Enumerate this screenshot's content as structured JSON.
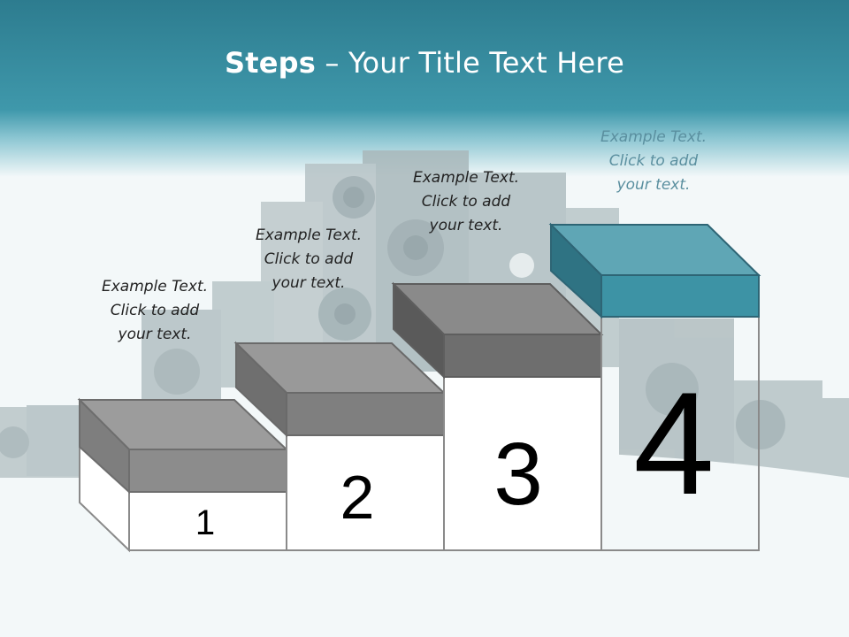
{
  "slide": {
    "title_bold": "Steps",
    "title_rest": " – Your Title Text Here",
    "colors": {
      "header_top": "#2f7f92",
      "header_bottom": "#4aa0b3",
      "step_gray_top": "#9a9a9a",
      "step_gray_front": "#7c7c7c",
      "step_gray_side": "#5f5f5f",
      "step_accent_top": "#5aa4b3",
      "step_accent_front": "#3f93a5",
      "step_accent_side": "#2e6f80",
      "callout_accent": "#5a8f9f"
    }
  },
  "steps": [
    {
      "number": "1",
      "text": "Example Text.\nClick  to add\nyour text."
    },
    {
      "number": "2",
      "text": "Example Text.\nClick  to add\nyour text."
    },
    {
      "number": "3",
      "text": "Example Text.\nClick  to add\nyour text."
    },
    {
      "number": "4",
      "text": "Example Text.\nClick  to add\nyour text."
    }
  ]
}
